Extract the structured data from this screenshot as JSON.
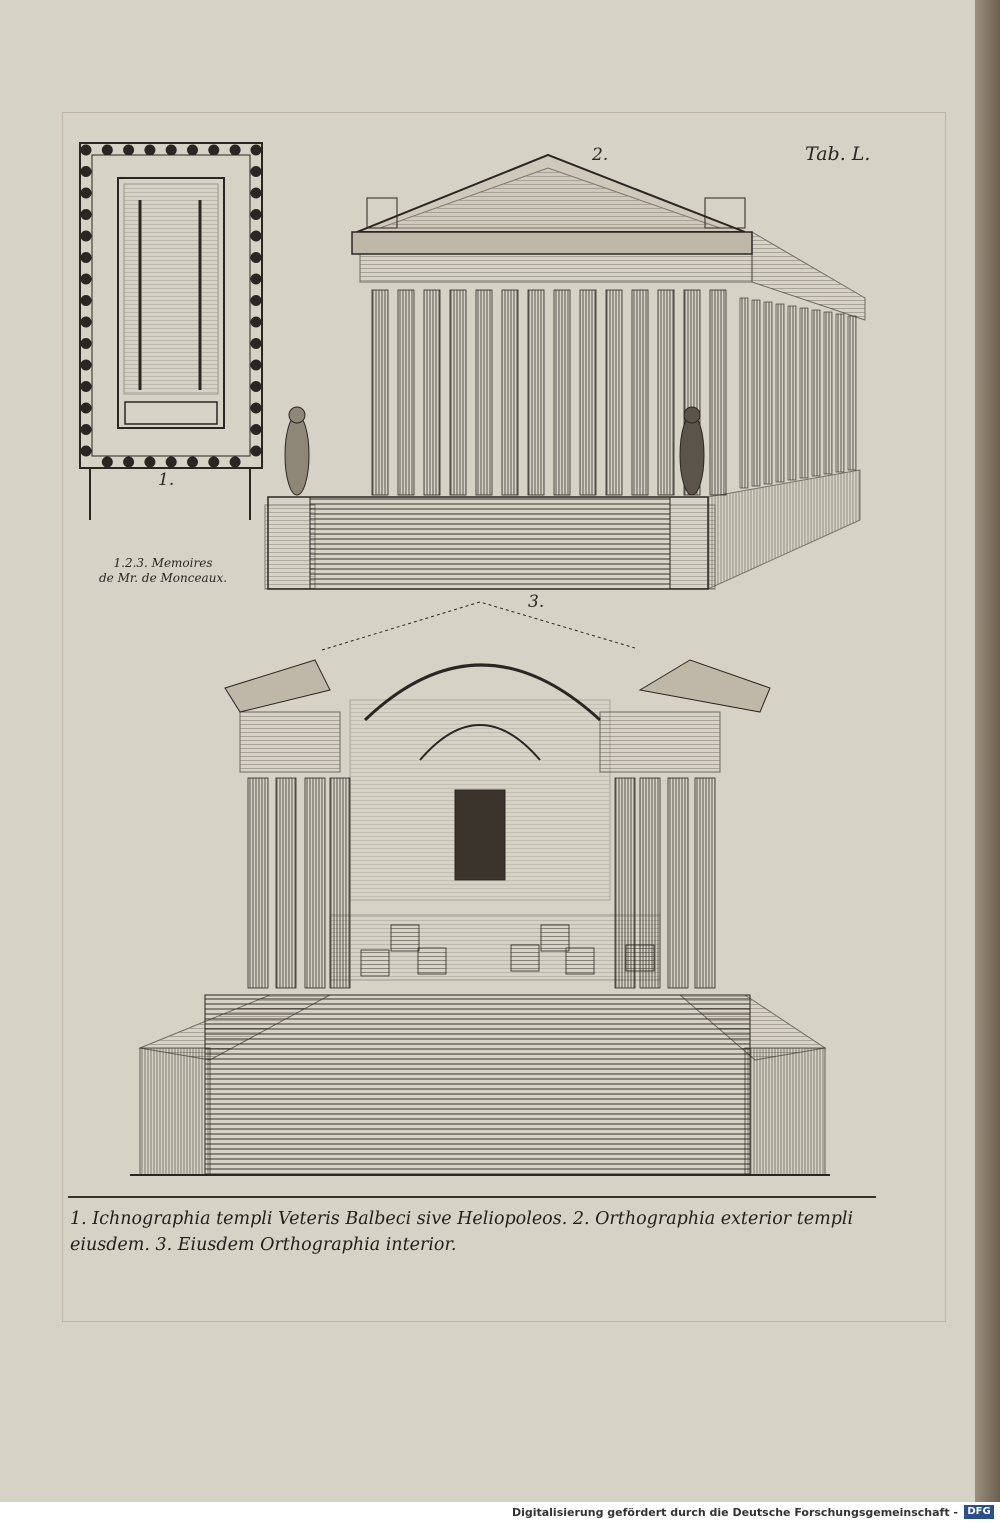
{
  "plate": {
    "tab_label": "Tab. L.",
    "fig1_number": "1.",
    "fig2_number": "2.",
    "fig3_number": "3.",
    "memoires_line1": "1.2.3. Memoires",
    "memoires_line2": "de Mr. de Monceaux."
  },
  "caption": {
    "line1": "1. Ichnographia templi Veteris Balbeci sive Heliopoleos. 2. Orthographia exterior templi",
    "line2": "eiusdem. 3. Eiusdem Orthographia interior."
  },
  "footer": {
    "text": "Digitalisierung gefördert durch die Deutsche Forschungsgemeinschaft -",
    "logo": "DFG"
  },
  "colors": {
    "paper": "#d7d2c6",
    "ink": "#2a2622"
  }
}
